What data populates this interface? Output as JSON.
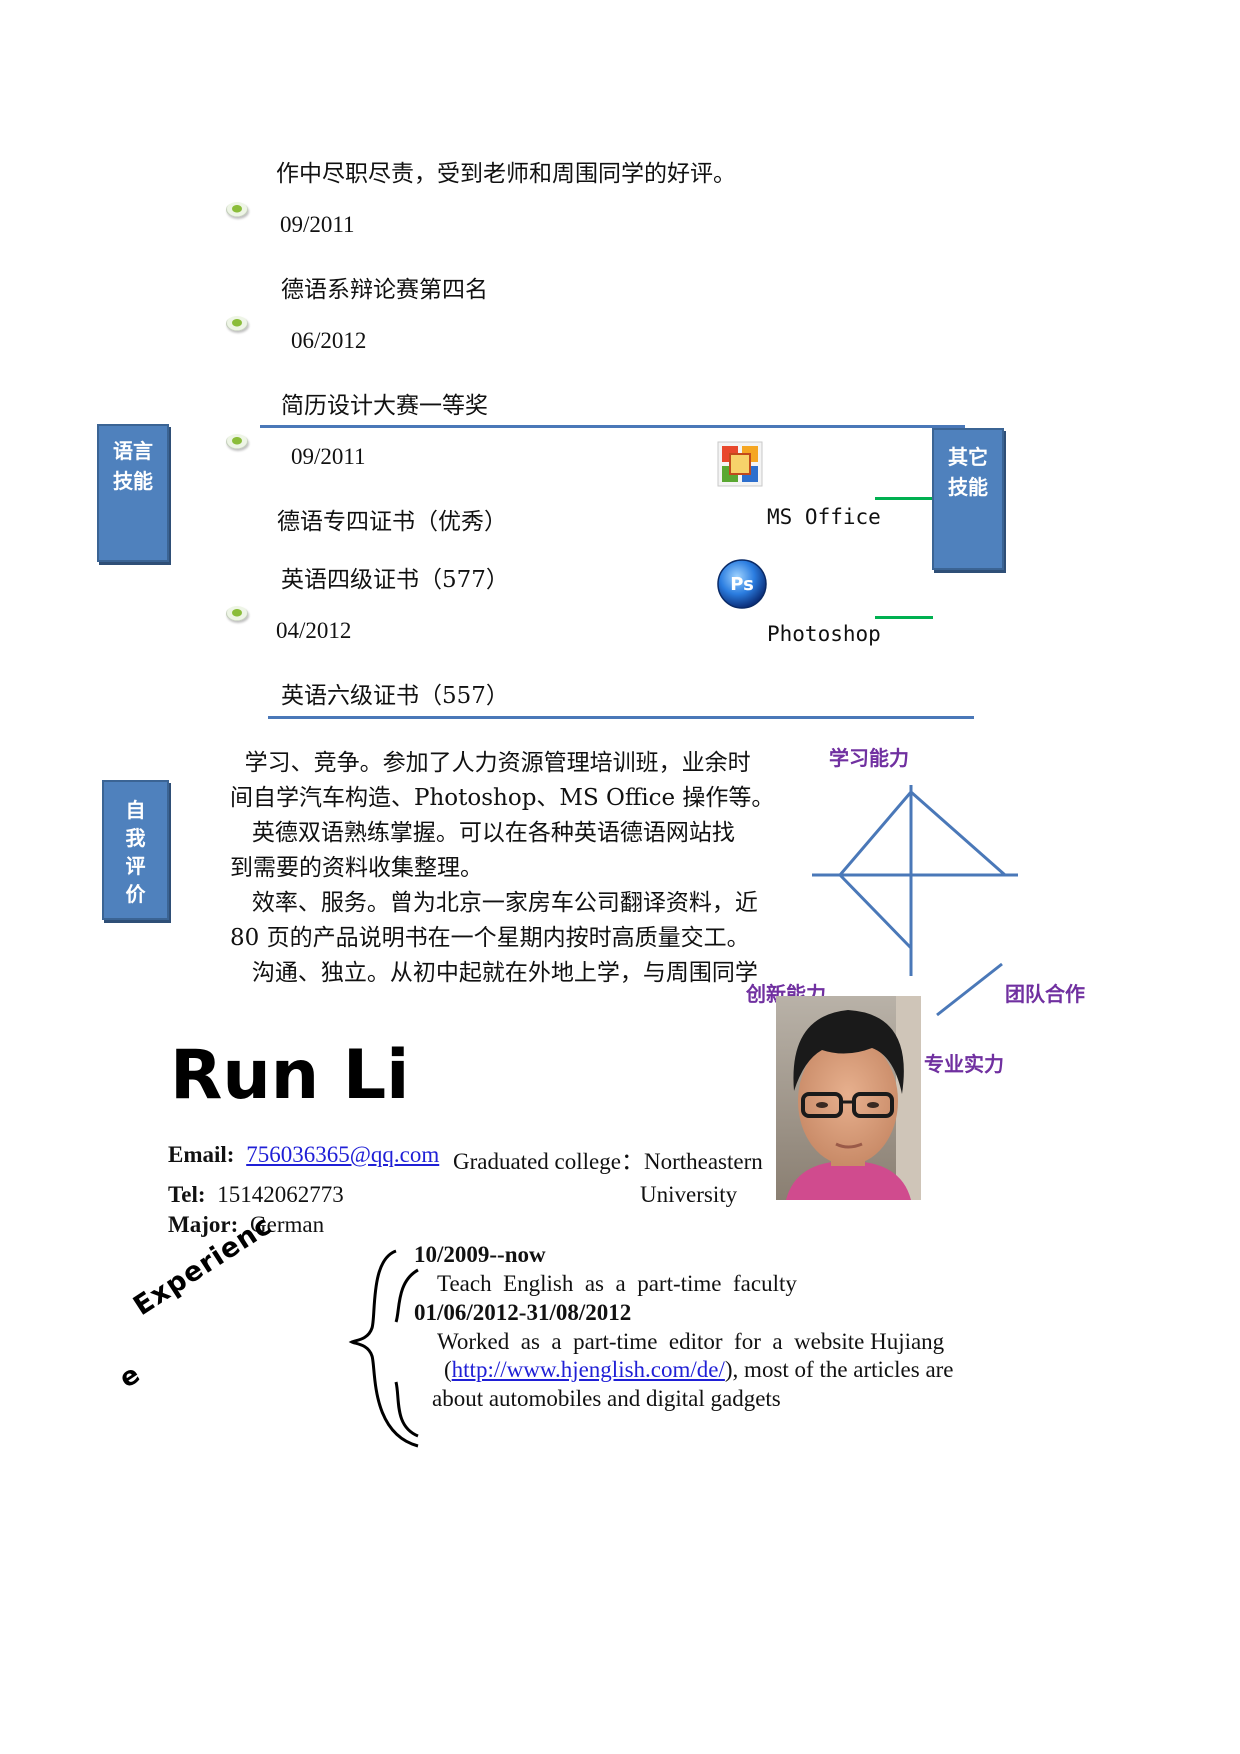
{
  "awards": {
    "intro_tail": "作中尽职尽责，受到老师和周围同学的好评。",
    "items": [
      {
        "date": "09/2011",
        "desc": "德语系辩论赛第四名"
      },
      {
        "date": "06/2012",
        "desc": "简历设计大赛一等奖"
      }
    ]
  },
  "language_skills": {
    "box_line1": "语言",
    "box_line2": "技能",
    "items": [
      {
        "date": "09/2011",
        "descs": [
          "德语专四证书（优秀）",
          "英语四级证书（577）"
        ]
      },
      {
        "date": "04/2012",
        "descs": [
          "英语六级证书（557）"
        ]
      }
    ]
  },
  "other_skills": {
    "box_line1": "其它",
    "box_line2": "技能",
    "items": [
      {
        "label": "MS Office",
        "icon": "ms-office-icon"
      },
      {
        "label": "Photoshop",
        "icon": "photoshop-icon"
      }
    ]
  },
  "self_evaluation": {
    "box_chars": [
      "自",
      "我",
      "评",
      "价"
    ],
    "lines": [
      "  学习、竞争。参加了人力资源管理培训班，业余时",
      "间自学汽车构造、Photoshop、MS Office 操作等。",
      "   英德双语熟练掌握。可以在各种英语德语网站找",
      "到需要的资料收集整理。",
      "   效率、服务。曾为北京一家房车公司翻译资料，近",
      "80 页的产品说明书在一个星期内按时高质量交工。",
      "   沟通、独立。从初中起就在外地上学，与周围同学"
    ]
  },
  "abilities": {
    "learning": "学习能力",
    "innovation": "创新能力",
    "teamwork": "团队合作",
    "professional": "专业实力"
  },
  "profile": {
    "name": "Run Li",
    "email_label": "Email:",
    "email": "756036365@qq.com",
    "college_label": "Graduated college：",
    "college_line1": "Northeastern",
    "college_line2": "University",
    "tel_label": "Tel:",
    "tel": "15142062773",
    "major_label": "Major:",
    "major": "German"
  },
  "experience": {
    "heading": "Experienc",
    "heading_tail": "e",
    "items": [
      {
        "date": "10/2009--now",
        "desc": "Teach  English  as  a  part-time  faculty"
      },
      {
        "date": "01/06/2012-31/08/2012",
        "desc": "Worked  as  a  part-time  editor  for  a  website Hujiang"
      }
    ],
    "link_open": "(",
    "link": "http://www.hjenglish.com/de/",
    "link_tail": "), most of the articles are",
    "last_line": "about automobiles and digital gadgets"
  },
  "colors": {
    "box_blue": "#4f81bd",
    "rule_blue": "#4a78b8",
    "accent_green": "#00b050",
    "label_purple": "#7030a0",
    "link_blue": "#1f1fd6"
  }
}
